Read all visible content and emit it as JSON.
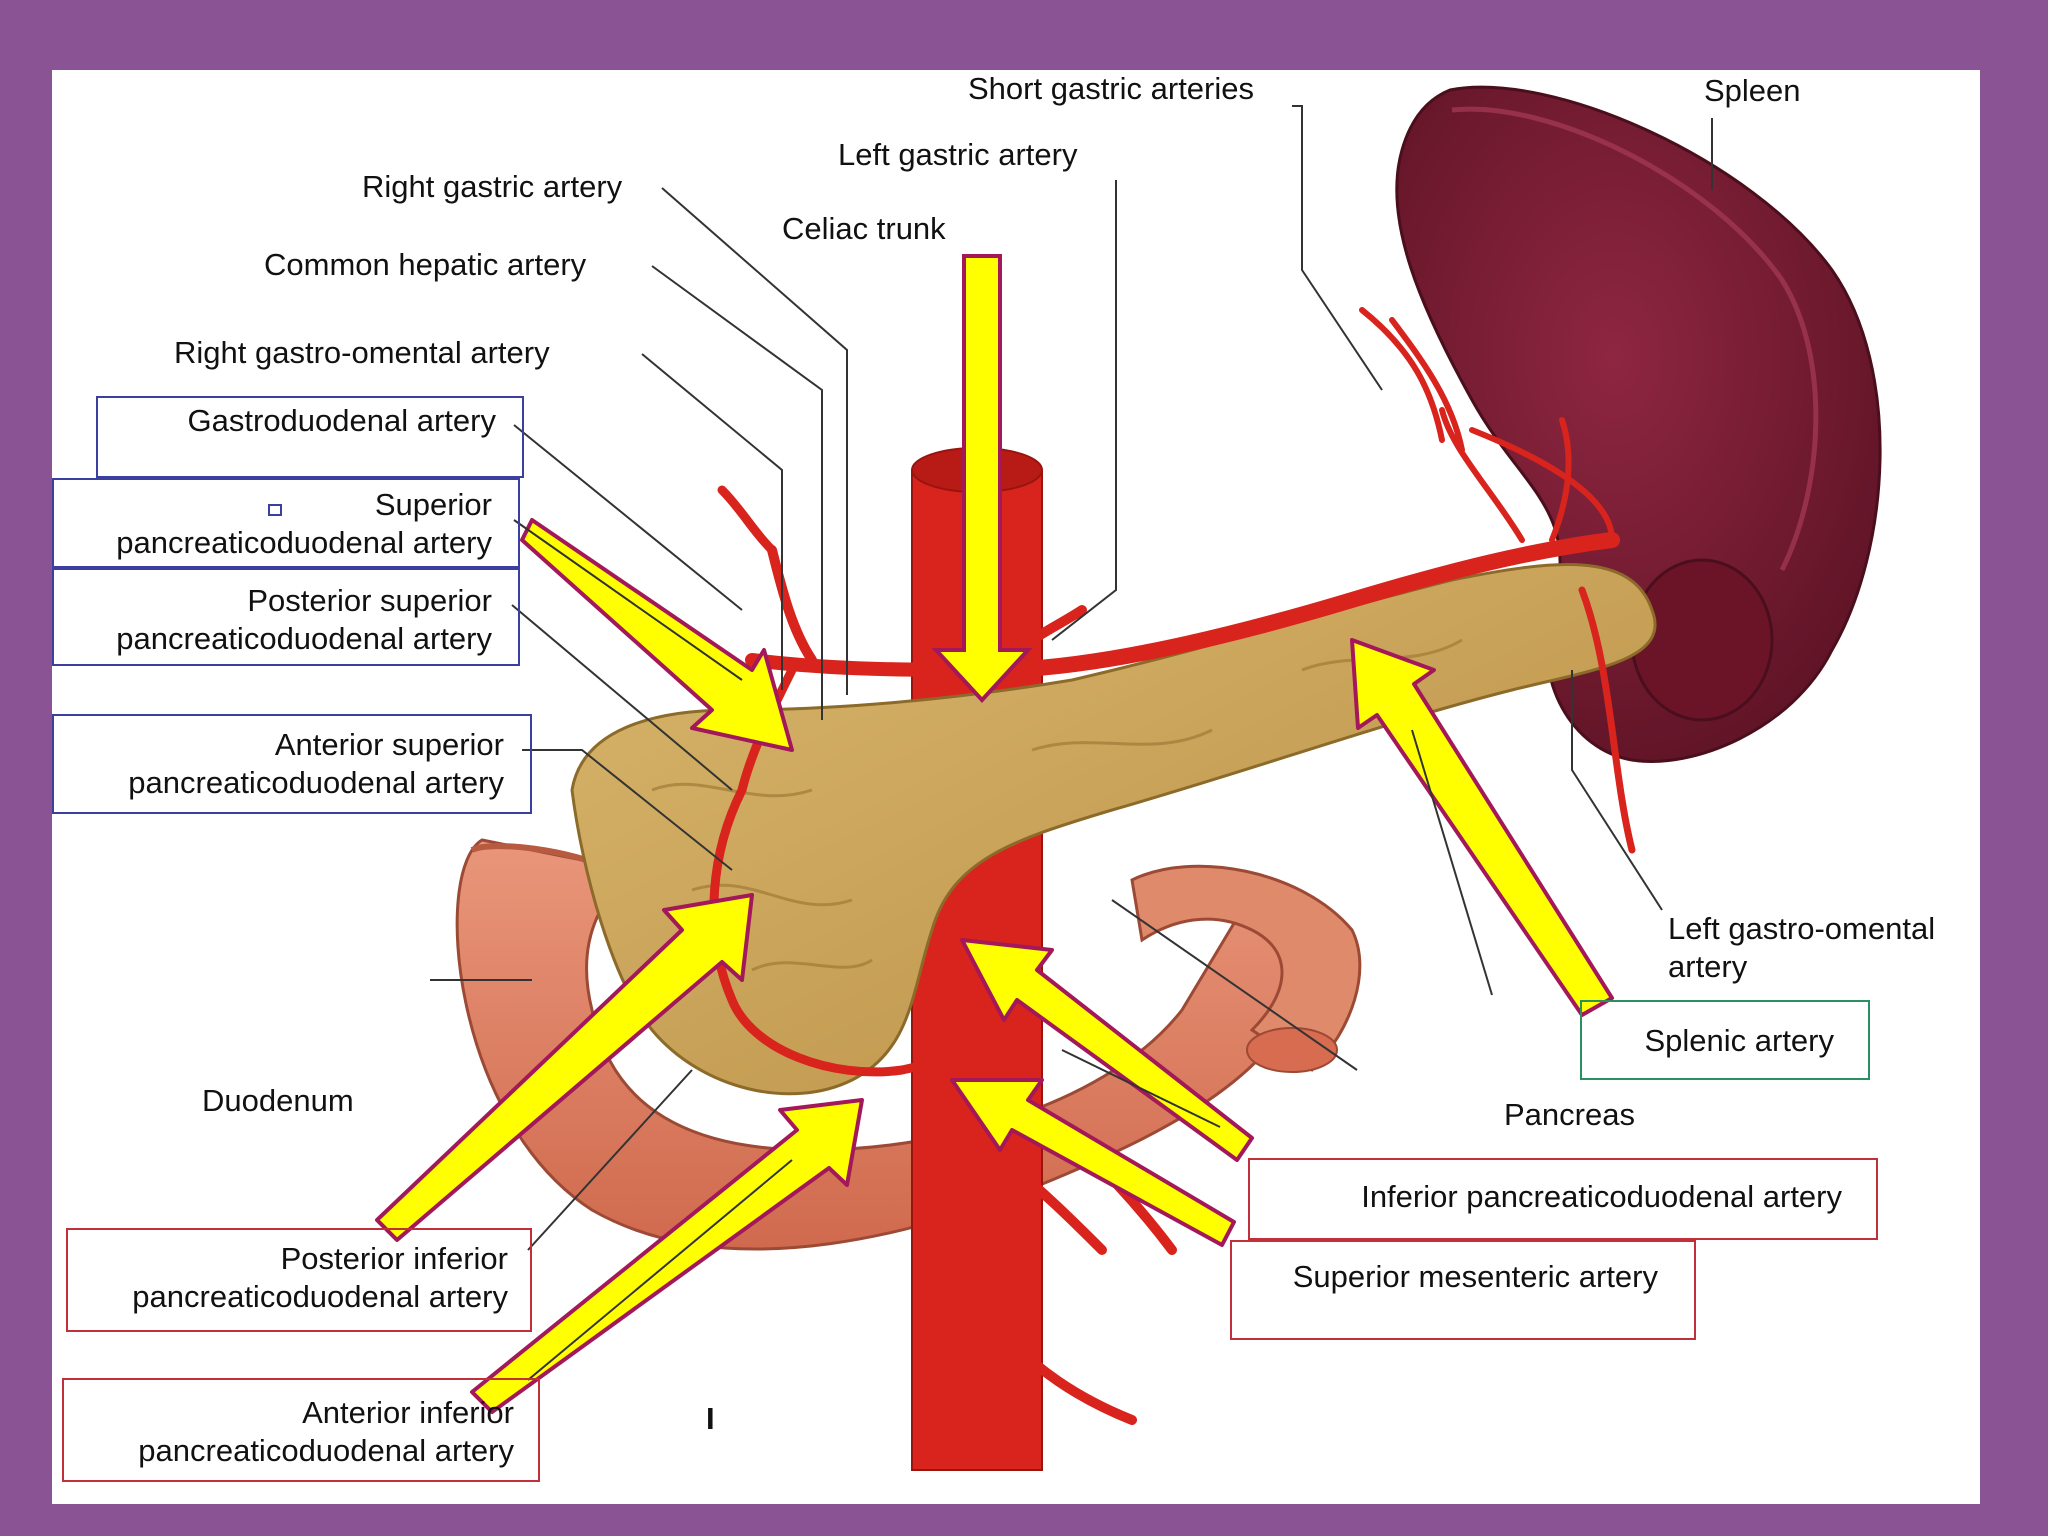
{
  "labels": {
    "short_gastric": "Short gastric arteries",
    "spleen": "Spleen",
    "left_gastric": "Left gastric artery",
    "right_gastric": "Right gastric artery",
    "celiac_trunk": "Celiac trunk",
    "common_hepatic": "Common hepatic artery",
    "right_gastro_omental": "Right gastro-omental artery",
    "gastroduodenal": "Gastroduodenal artery",
    "superior_pd_line1": "Superior",
    "superior_pd_line2": "pancreaticoduodenal artery",
    "posterior_superior_line1": "Posterior superior",
    "posterior_superior_line2": "pancreaticoduodenal artery",
    "anterior_superior_line1": "Anterior superior",
    "anterior_superior_line2": "pancreaticoduodenal artery",
    "duodenum": "Duodenum",
    "left_gastro_omental_line1": "Left gastro-omental",
    "left_gastro_omental_line2": "artery",
    "splenic": "Splenic artery",
    "pancreas": "Pancreas",
    "inferior_pd": "Inferior pancreaticoduodenal artery",
    "superior_mesenteric": "Superior mesenteric artery",
    "posterior_inferior_line1": "Posterior inferior",
    "posterior_inferior_line2": "pancreaticoduodenal artery",
    "anterior_inferior_line1": "Anterior inferior",
    "anterior_inferior_line2": "pancreaticoduodenal artery",
    "figure_mark": "I"
  },
  "colors": {
    "slide_border": "#8a5494",
    "artery": "#d8241c",
    "pancreas": "#c9a35a",
    "spleen": "#7a1a2e",
    "duodenum": "#e58a6a",
    "arrow_fill": "#ffff00",
    "arrow_stroke": "#a2185a"
  }
}
